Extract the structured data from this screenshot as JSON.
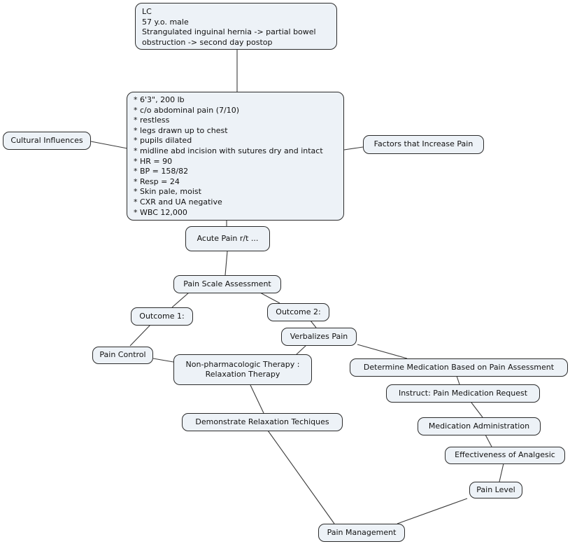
{
  "diagram_type": "concept-map",
  "colors": {
    "background": "#ffffff",
    "node_fill": "#edf2f7",
    "node_border": "#2b2b2b",
    "connector": "#3b3b3b",
    "text": "#111111"
  },
  "nodes": {
    "patient_summary": {
      "label": "LC\n57 y.o. male\nStrangulated inguinal hernia -> partial bowel\nobstruction -> second day postop"
    },
    "assessment_findings": {
      "label": "* 6'3\", 200 lb\n* c/o abdominal pain (7/10)\n* restless\n* legs drawn up to chest\n* pupils dilated\n* midline abd incision with sutures dry and intact\n* HR = 90\n* BP = 158/82\n* Resp = 24\n* Skin pale, moist\n* CXR and UA negative\n* WBC 12,000"
    },
    "cultural_influences": {
      "label": "Cultural Influences"
    },
    "factors_increase_pain": {
      "label": "Factors that Increase Pain"
    },
    "acute_pain": {
      "label": "Acute Pain r/t ..."
    },
    "pain_scale_assessment": {
      "label": "Pain Scale Assessment"
    },
    "outcome_1": {
      "label": "Outcome 1:"
    },
    "outcome_2": {
      "label": "Outcome 2:"
    },
    "verbalizes_pain": {
      "label": "Verbalizes Pain"
    },
    "pain_control": {
      "label": "Pain Control"
    },
    "nonpharm_therapy": {
      "label": "Non-pharmacologic Therapy :\nRelaxation Therapy"
    },
    "determine_medication": {
      "label": "Determine Medication Based on Pain Assessment"
    },
    "instruct_request": {
      "label": "Instruct: Pain Medication Request"
    },
    "medication_administration": {
      "label": "Medication Administration"
    },
    "effectiveness_analgesic": {
      "label": "Effectiveness of Analgesic"
    },
    "pain_level": {
      "label": "Pain Level"
    },
    "demonstrate_relaxation": {
      "label": "Demonstrate Relaxation Techiques"
    },
    "pain_management": {
      "label": "Pain Management"
    }
  },
  "edges": [
    "patient_summary -> assessment_findings",
    "cultural_influences -> assessment_findings",
    "assessment_findings -> factors_increase_pain",
    "assessment_findings -> acute_pain",
    "acute_pain -> pain_scale_assessment",
    "pain_scale_assessment -> outcome_1",
    "pain_scale_assessment -> outcome_2",
    "outcome_1 -> pain_control",
    "outcome_2 -> verbalizes_pain",
    "verbalizes_pain -> nonpharm_therapy",
    "verbalizes_pain -> determine_medication",
    "pain_control -> nonpharm_therapy",
    "nonpharm_therapy -> demonstrate_relaxation",
    "demonstrate_relaxation -> pain_management",
    "determine_medication -> instruct_request",
    "instruct_request -> medication_administration",
    "medication_administration -> effectiveness_analgesic",
    "effectiveness_analgesic -> pain_level",
    "pain_level -> pain_management"
  ]
}
